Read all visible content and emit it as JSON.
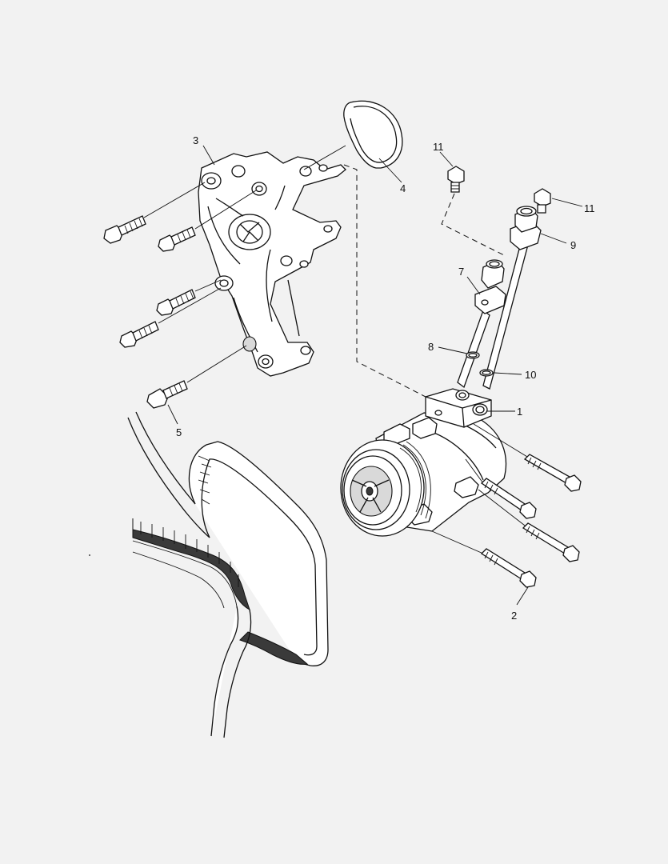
{
  "callouts": {
    "c1": "1",
    "c2": "2",
    "c3": "3",
    "c4": "4",
    "c5": "5",
    "c7": "7",
    "c8": "8",
    "c9": "9",
    "c10": "10",
    "c11a": "11",
    "c11b": "11"
  }
}
